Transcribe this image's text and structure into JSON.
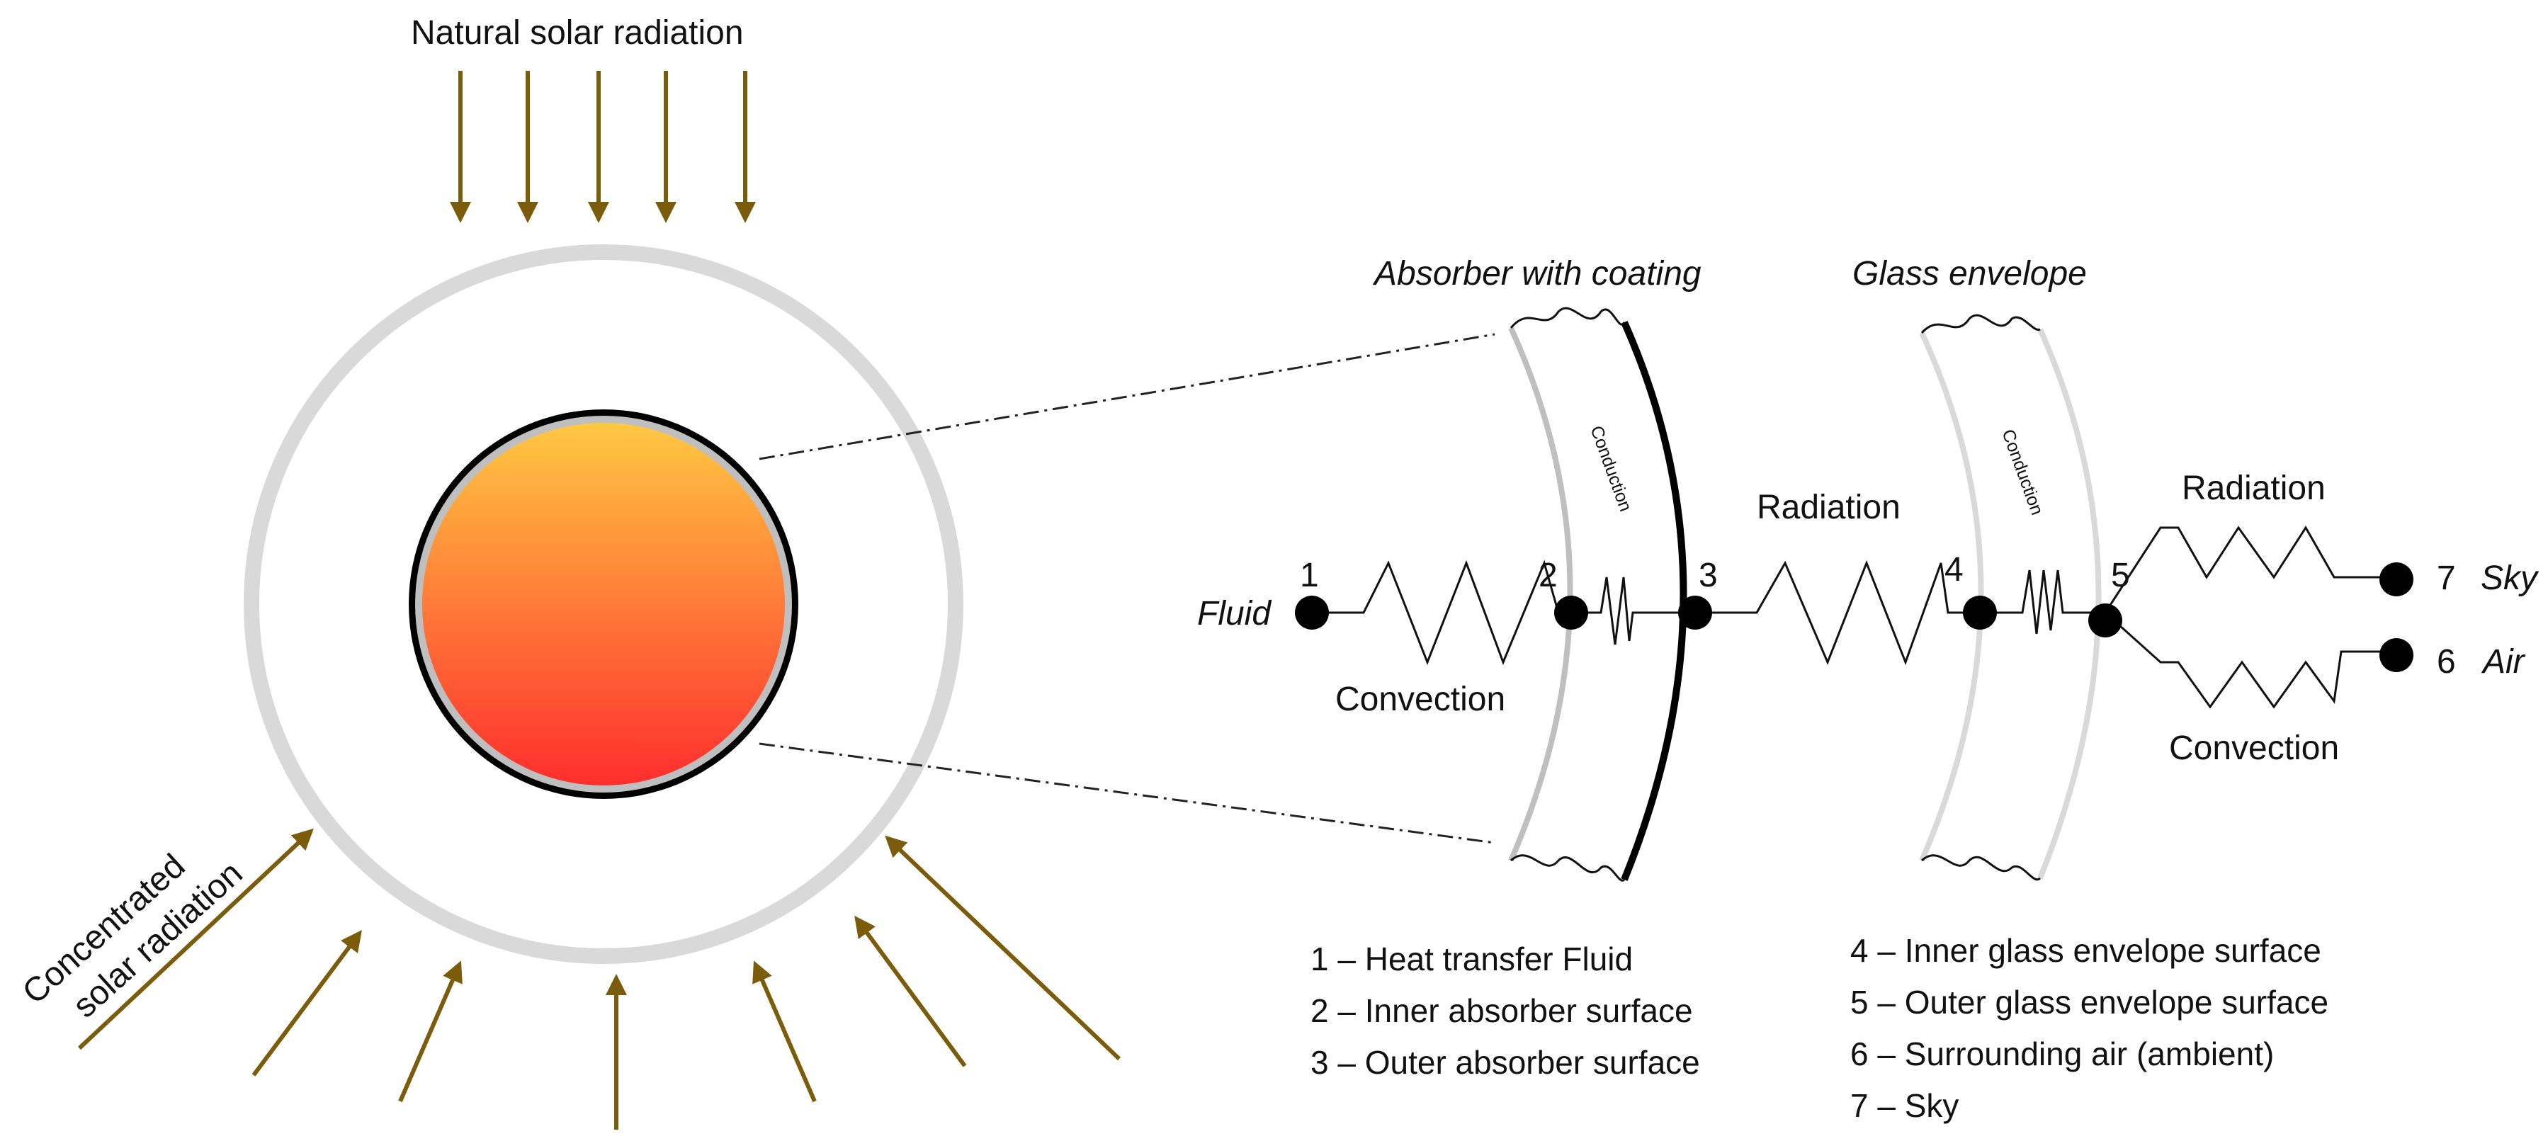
{
  "top_label": "Natural solar radiation",
  "side_label_line1": "Concentrated",
  "side_label_line2": "solar radiation",
  "absorber_title": "Absorber with coating",
  "glass_title": "Glass envelope",
  "conduction_label": "Conduction",
  "radiation_label": "Radiation",
  "convection_label": "Convection",
  "node_labels": {
    "n1": "1",
    "n2": "2",
    "n3": "3",
    "n4": "4",
    "n5": "5",
    "n6": "6",
    "n7": "7"
  },
  "fluid_label": "Fluid",
  "sky_label": "Sky",
  "air_label": "Air",
  "legend_left": [
    "1 – Heat transfer Fluid",
    "2 – Inner absorber surface",
    "3 – Outer absorber surface"
  ],
  "legend_right": [
    "4 – Inner glass envelope surface",
    "5 – Outer glass envelope surface",
    "6 – Surrounding air (ambient)",
    "7 – Sky"
  ],
  "colors": {
    "arrow": "#7a5c0a",
    "glass": "#d9d9d9",
    "absorber_outline": "#000000",
    "gradient_top": "#ffc842",
    "gradient_bottom": "#ff2e2e",
    "inner_ring": "#bfbfbf"
  }
}
